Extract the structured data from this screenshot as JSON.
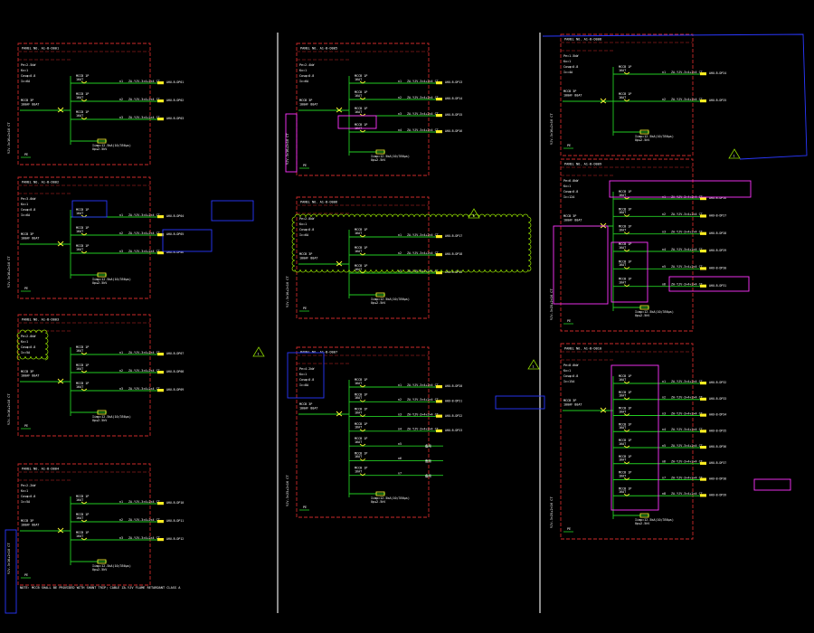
{
  "colors": {
    "background": "#000000",
    "frame": "#cc2a2a",
    "bus": "#22cc22",
    "breaker": "#ffff33",
    "load": "#ffee22",
    "text": "#ffffff",
    "revision_cloud": "#8cd400",
    "highlight_blue": "#2a38ff",
    "highlight_magenta": "#ff33ff",
    "separator": "#e8e8e8"
  },
  "panels": [
    {
      "title": "PANEL NO. A1-B-D001",
      "header_lines": [
        "Pe=2.5kW",
        "Kx=1",
        "Cosφ=0.8",
        "Ic=6A"
      ],
      "incoming_lines": [
        "MCCB 3P",
        "100AF 80AT"
      ],
      "vertical_cable": "YJV-3×16+2×10 CT",
      "circuits": [
        {
          "code": "n1",
          "cable": "ZA-YJV-3×4+2×4 CT",
          "load": "AHU-B-DP01"
        },
        {
          "code": "n2",
          "cable": "ZA-YJV-3×4+2×4 CT",
          "load": "AHU-B-DP02"
        },
        {
          "code": "n3",
          "cable": "ZA-YJV-3×4+2×4 CT",
          "load": "AHU-B-DP03"
        }
      ],
      "spd_lines": [
        "Iimp=12.5kA(10/350μs)",
        "Up≤2.5kV"
      ]
    },
    {
      "title": "PANEL NO. A1-B-D002",
      "header_lines": [
        "Pe=3.0kW",
        "Kx=1",
        "Cosφ=0.8",
        "Ic=6A"
      ],
      "incoming_lines": [
        "MCCB 3P",
        "100AF 80AT"
      ],
      "vertical_cable": "YJV-3×16+2×10 CT",
      "circuits": [
        {
          "code": "n1",
          "cable": "ZA-YJV-3×4+2×4 CT",
          "load": "AHU-B-DP04"
        },
        {
          "code": "n2",
          "cable": "ZA-YJV-3×4+2×4 CT",
          "load": "AHU-B-DP05"
        },
        {
          "code": "n3",
          "cable": "ZA-YJV-3×4+2×4 CT",
          "load": "AHU-B-DP06"
        }
      ],
      "spd_lines": [
        "Iimp=12.5kA(10/350μs)",
        "Up≤2.5kV"
      ]
    },
    {
      "title": "PANEL NO. A1-B-D003",
      "header_lines": [
        "Pe=2.0kW",
        "Kx=1",
        "Cosφ=0.8",
        "Ic=5A"
      ],
      "incoming_lines": [
        "MCCB 3P",
        "100AF 80AT"
      ],
      "vertical_cable": "YJV-3×16+2×10 CT",
      "circuits": [
        {
          "code": "n1",
          "cable": "ZA-YJV-3×4+2×4 CT",
          "load": "AHU-B-DP07"
        },
        {
          "code": "n2",
          "cable": "ZA-YJV-3×4+2×4 CT",
          "load": "AHU-B-DP08"
        },
        {
          "code": "n3",
          "cable": "ZA-YJV-3×4+2×4 CT",
          "load": "AHU-B-DP09"
        }
      ],
      "spd_lines": [
        "Iimp=12.5kA(10/350μs)",
        "Up≤2.5kV"
      ]
    },
    {
      "title": "PANEL NO. A1-B-D004",
      "header_lines": [
        "Pe=2.2kW",
        "Kx=1",
        "Cosφ=0.8",
        "Ic=5A"
      ],
      "incoming_lines": [
        "MCCB 3P",
        "100AF 80AT"
      ],
      "vertical_cable": "YJV-3×16+2×10 CT",
      "circuits": [
        {
          "code": "n1",
          "cable": "ZA-YJV-3×4+2×4 CT",
          "load": "AHU-B-DP10"
        },
        {
          "code": "n2",
          "cable": "ZA-YJV-3×4+2×4 CT",
          "load": "AHU-B-DP11"
        },
        {
          "code": "n3",
          "cable": "ZA-YJV-3×4+2×4 CT",
          "load": "AHU-B-DP12"
        }
      ],
      "spd_lines": [
        "Iimp=12.5kA(10/350μs)",
        "Up≤2.5kV"
      ]
    },
    {
      "title": "PANEL NO. A1-B-D005",
      "header_lines": [
        "Pe=2.4kW",
        "Kx=1",
        "Cosφ=0.8",
        "Ic=6A"
      ],
      "incoming_lines": [
        "MCCB 3P",
        "100AF 80AT"
      ],
      "vertical_cable": "YJV-3×16+2×10 CT",
      "circuits": [
        {
          "code": "n1",
          "cable": "ZA-YJV-3×4+2×4 CT",
          "load": "AHU-B-DP13"
        },
        {
          "code": "n2",
          "cable": "ZA-YJV-3×4+2×4 CT",
          "load": "AHU-B-DP14"
        },
        {
          "code": "n3",
          "cable": "ZA-YJV-3×4+2×4 CT",
          "load": "AHU-B-DP15"
        },
        {
          "code": "n4",
          "cable": "ZA-YJV-3×4+2×4 CT",
          "load": "AHU-B-DP16"
        }
      ],
      "spd_lines": [
        "Iimp=12.5kA(10/350μs)",
        "Up≤2.5kV"
      ]
    },
    {
      "title": "PANEL NO. A1-B-D006",
      "header_lines": [
        "Pe=2.8kW",
        "Kx=1",
        "Cosφ=0.8",
        "Ic=6A"
      ],
      "incoming_lines": [
        "MCCB 3P",
        "100AF 80AT"
      ],
      "vertical_cable": "YJV-3×16+2×10 CT",
      "circuits": [
        {
          "code": "n1",
          "cable": "ZA-YJV-3×4+2×4 CT",
          "load": "AHU-B-DP17"
        },
        {
          "code": "n2",
          "cable": "ZA-YJV-3×4+2×4 CT",
          "load": "AHU-B-DP18"
        },
        {
          "code": "n3",
          "cable": "ZA-YJV-3×4+2×4 CT",
          "load": "AHU-B-DP19"
        }
      ],
      "spd_lines": [
        "Iimp=12.5kA(10/350μs)",
        "Up≤2.5kV"
      ]
    },
    {
      "title": "PANEL NO. A1-B-D007",
      "header_lines": [
        "Pe=4.2kW",
        "Kx=1",
        "Cosφ=0.8",
        "Ic=8A"
      ],
      "incoming_lines": [
        "MCCB 3P",
        "100AF 80AT"
      ],
      "vertical_cable": "YJV-3×25+2×16 CT",
      "circuits": [
        {
          "code": "n1",
          "cable": "ZA-YJV-3×4+2×4 CT",
          "load": "AHU-B-DP20"
        },
        {
          "code": "n2",
          "cable": "ZA-YJV-3×4+2×4 CT",
          "load": "AHU-B-DP21"
        },
        {
          "code": "n3",
          "cable": "ZA-YJV-3×4+2×4 CT",
          "load": "AHU-B-DP22"
        },
        {
          "code": "n4",
          "cable": "ZA-YJV-3×4+2×4 CT",
          "load": "AHU-B-DP23"
        },
        {
          "code": "n5",
          "cable": "",
          "load": ""
        },
        {
          "code": "n6",
          "cable": "",
          "load": ""
        },
        {
          "code": "n7",
          "cable": "",
          "load": ""
        }
      ],
      "spd_lines": [
        "Iimp=12.5kA(10/350μs)",
        "Up≤2.5kV"
      ]
    },
    {
      "title": "PANEL NO. A1-B-D008",
      "header_lines": [
        "Pe=1.5kW",
        "Kx=1",
        "Cosφ=0.8",
        "Ic=4A"
      ],
      "incoming_lines": [
        "MCCB 3P",
        "100AF 80AT"
      ],
      "vertical_cable": "YJV-3×16+2×10 CT",
      "circuits": [
        {
          "code": "n1",
          "cable": "ZA-YJV-3×4+2×4 CT",
          "load": "AHU-B-DP24"
        },
        {
          "code": "n2",
          "cable": "ZA-YJV-3×4+2×4 CT",
          "load": "AHU-B-DP25"
        }
      ],
      "spd_lines": [
        "Iimp=12.5kA(10/350μs)",
        "Up≤2.5kV"
      ]
    },
    {
      "title": "PANEL NO. A1-B-D009",
      "header_lines": [
        "Pe=6.0kW",
        "Kx=1",
        "Cosφ=0.8",
        "Ic=12A"
      ],
      "incoming_lines": [
        "MCCB 3P",
        "100AF 80AT"
      ],
      "vertical_cable": "YJV-3×25+2×16 CT",
      "circuits": [
        {
          "code": "n1",
          "cable": "ZA-YJV-3×4+2×4 CT",
          "load": "AHU-B-DP26"
        },
        {
          "code": "n2",
          "cable": "ZA-YJV-3×4+2×4 CT",
          "load": "AHU-B-DP27"
        },
        {
          "code": "n3",
          "cable": "ZA-YJV-3×4+2×4 CT",
          "load": "AHU-B-DP28"
        },
        {
          "code": "n4",
          "cable": "ZA-YJV-3×4+2×4 CT",
          "load": "AHU-B-DP29"
        },
        {
          "code": "n5",
          "cable": "ZA-YJV-3×4+2×4 CT",
          "load": "AHU-B-DP30"
        },
        {
          "code": "n6",
          "cable": "ZA-YJV-3×4+2×4 CT",
          "load": "AHU-B-DP31"
        }
      ],
      "spd_lines": [
        "Iimp=12.5kA(10/350μs)",
        "Up≤2.5kV"
      ]
    },
    {
      "title": "PANEL NO. A1-B-D010",
      "header_lines": [
        "Pe=8.0kW",
        "Kx=1",
        "Cosφ=0.8",
        "Ic=15A"
      ],
      "incoming_lines": [
        "MCCB 3P",
        "100AF 80AT"
      ],
      "vertical_cable": "YJV-3×25+2×16 CT",
      "circuits": [
        {
          "code": "n1",
          "cable": "ZA-YJV-3×4+2×4 CT",
          "load": "AHU-B-DP32"
        },
        {
          "code": "n2",
          "cable": "ZA-YJV-3×4+2×4 CT",
          "load": "AHU-B-DP33"
        },
        {
          "code": "n3",
          "cable": "ZA-YJV-3×4+2×4 CT",
          "load": "AHU-B-DP34"
        },
        {
          "code": "n4",
          "cable": "ZA-YJV-3×4+2×4 CT",
          "load": "AHU-B-DP35"
        },
        {
          "code": "n5",
          "cable": "ZA-YJV-3×4+2×4 CT",
          "load": "AHU-B-DP36"
        },
        {
          "code": "n6",
          "cable": "ZA-YJV-3×4+2×4 CT",
          "load": "AHU-B-DP37"
        },
        {
          "code": "n7",
          "cable": "ZA-YJV-3×4+2×4 CT",
          "load": "AHU-B-DP38"
        },
        {
          "code": "n8",
          "cable": "ZA-YJV-3×4+2×4 CT",
          "load": "AHU-B-DP39"
        }
      ],
      "spd_lines": [
        "Iimp=12.5kA(10/350μs)",
        "Up≤2.5kV"
      ]
    }
  ],
  "footnote": "NOTE: MCCB SHALL BE PROVIDED WITH SHUNT TRIP; CABLE ZA-YJV FLAME RETARDANT CLASS A",
  "revision_mark": "1"
}
